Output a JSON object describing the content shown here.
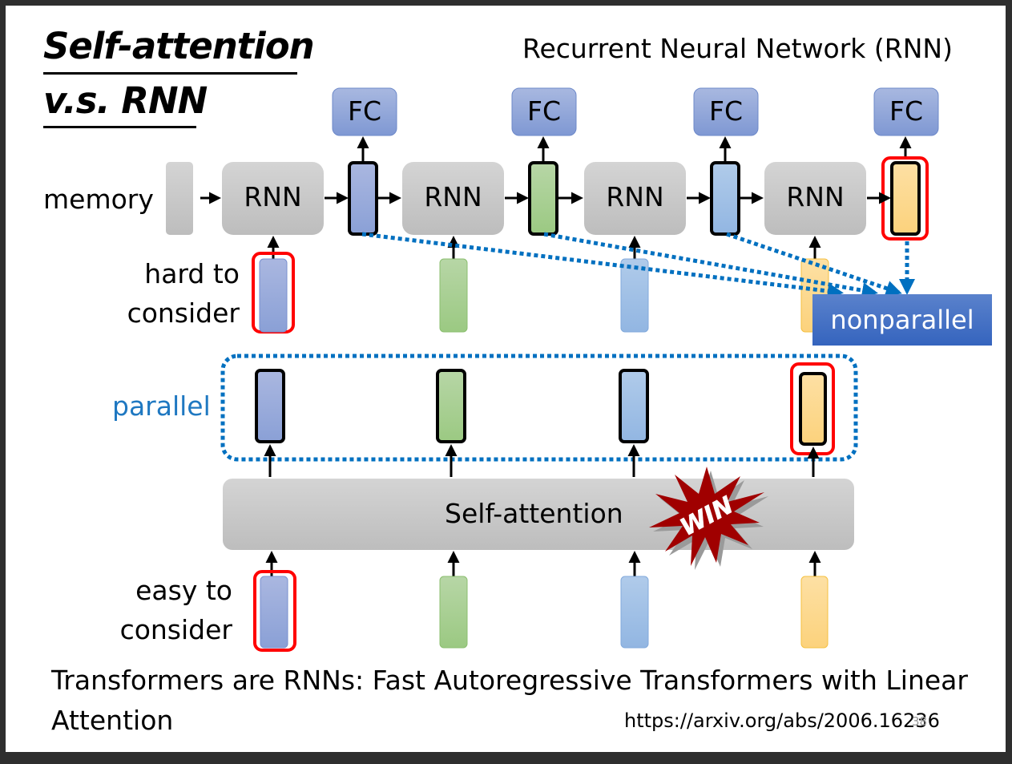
{
  "slide": {
    "title_line1": "Self-attention",
    "title_line2": "v.s. RNN",
    "subtitle": "Recurrent Neural Network (RNN)",
    "page_number": "38"
  },
  "rnn_section": {
    "memory_label": "memory",
    "rnn_label": "RNN",
    "fc_label": "FC",
    "hard_label_line1": "hard to",
    "hard_label_line2": "consider",
    "nonparallel_label": "nonparallel"
  },
  "attention_section": {
    "parallel_label": "parallel",
    "self_attention_label": "Self-attention",
    "win_badge": "WIN",
    "easy_label_line1": "easy to",
    "easy_label_line2": "consider"
  },
  "reference": {
    "paper_title_line1": "Transformers are RNNs: Fast Autoregressive Transformers with Linear",
    "paper_title_line2": "Attention",
    "url": "https://arxiv.org/abs/2006.16236"
  },
  "colors": {
    "vector_1": "#8fa3d8",
    "vector_2": "#a3cc8a",
    "vector_3": "#9dbde6",
    "vector_4": "#fdd68a",
    "highlight": "#ff0000",
    "dotted_blue": "#0070c0",
    "nonparallel_bg": "#4472c4",
    "parallel_text": "#1f78c1",
    "win_star": "#a00000"
  }
}
